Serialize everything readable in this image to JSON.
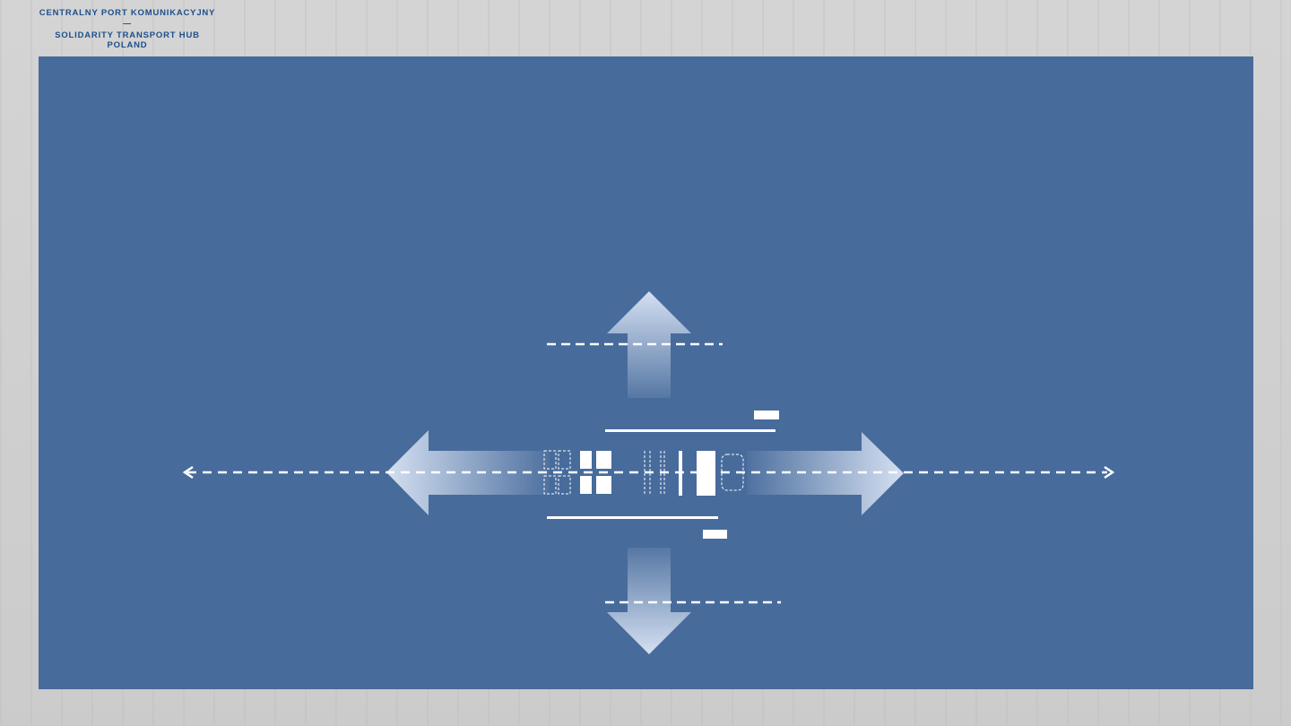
{
  "logo": {
    "line1": "CENTRALNY PORT KOMUNIKACYJNY",
    "separator": "—",
    "line2": "SOLIDARITY TRANSPORT HUB",
    "line3": "POLAND"
  },
  "colors": {
    "page_background": "#d4d4d4",
    "panel": "#476b9b",
    "logo_text": "#1c4f8c",
    "arrow_light": "#dce6f6",
    "marks": "#ffffff"
  },
  "diagram": {
    "description_visible_text": "",
    "arrows": [
      "north",
      "south",
      "west",
      "east"
    ]
  }
}
